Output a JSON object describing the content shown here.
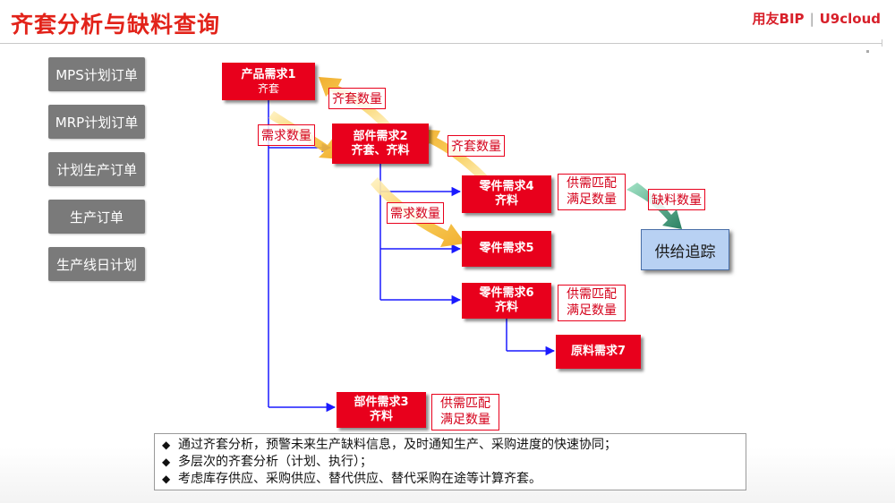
{
  "header": {
    "title": "齐套分析与缺料查询",
    "logo_left": "用友BIP",
    "logo_right": "U9cloud"
  },
  "sidebar": {
    "items": [
      {
        "label": "MPS计划订单"
      },
      {
        "label": "MRP计划订单"
      },
      {
        "label": "计划生产订单"
      },
      {
        "label": "生产订单"
      },
      {
        "label": "生产线日计划"
      }
    ]
  },
  "diagram": {
    "nodes": {
      "product1": {
        "title": "产品需求1",
        "status": "齐套"
      },
      "part2": {
        "title": "部件需求2",
        "status": "齐套、齐料"
      },
      "part3": {
        "title": "部件需求3",
        "status": "齐料"
      },
      "comp4": {
        "title": "零件需求4",
        "status": "齐料"
      },
      "comp5": {
        "title": "零件需求5"
      },
      "comp6": {
        "title": "零件需求6",
        "status": "齐料"
      },
      "raw7": {
        "title": "原料需求7"
      },
      "supply_trace": {
        "title": "供给追踪"
      }
    },
    "labels": {
      "kit_qty_1": "齐套数量",
      "demand_qty_1": "需求数量",
      "kit_qty_2": "齐套数量",
      "demand_qty_2": "需求数量",
      "shortage_qty": "缺料数量"
    },
    "match_boxes": {
      "m4": {
        "line1": "供需匹配",
        "line2": "满足数量"
      },
      "m6": {
        "line1": "供需匹配",
        "line2": "满足数量"
      },
      "m3": {
        "line1": "供需匹配",
        "line2": "满足数量"
      }
    }
  },
  "notes": {
    "items": [
      {
        "bullet": "◆",
        "text": "通过齐套分析，预警未来生产缺料信息，及时通知生产、采购进度的快速协同；"
      },
      {
        "bullet": "◆",
        "text": "多层次的齐套分析（计划、执行）；"
      },
      {
        "bullet": "◆",
        "text": "考虑库存供应、采购供应、替代供应、替代采购在途等计算齐套。"
      }
    ]
  },
  "colors": {
    "brand_red": "#e2231a",
    "node_red": "#e8001c",
    "connector_blue": "#1a1aff",
    "flow_arrow_yellow": "#f5c242",
    "supply_blue": "#b8d1f3",
    "sidebar_gray": "#7a7a7a",
    "shortage_arrow": "#2e8b6a"
  }
}
